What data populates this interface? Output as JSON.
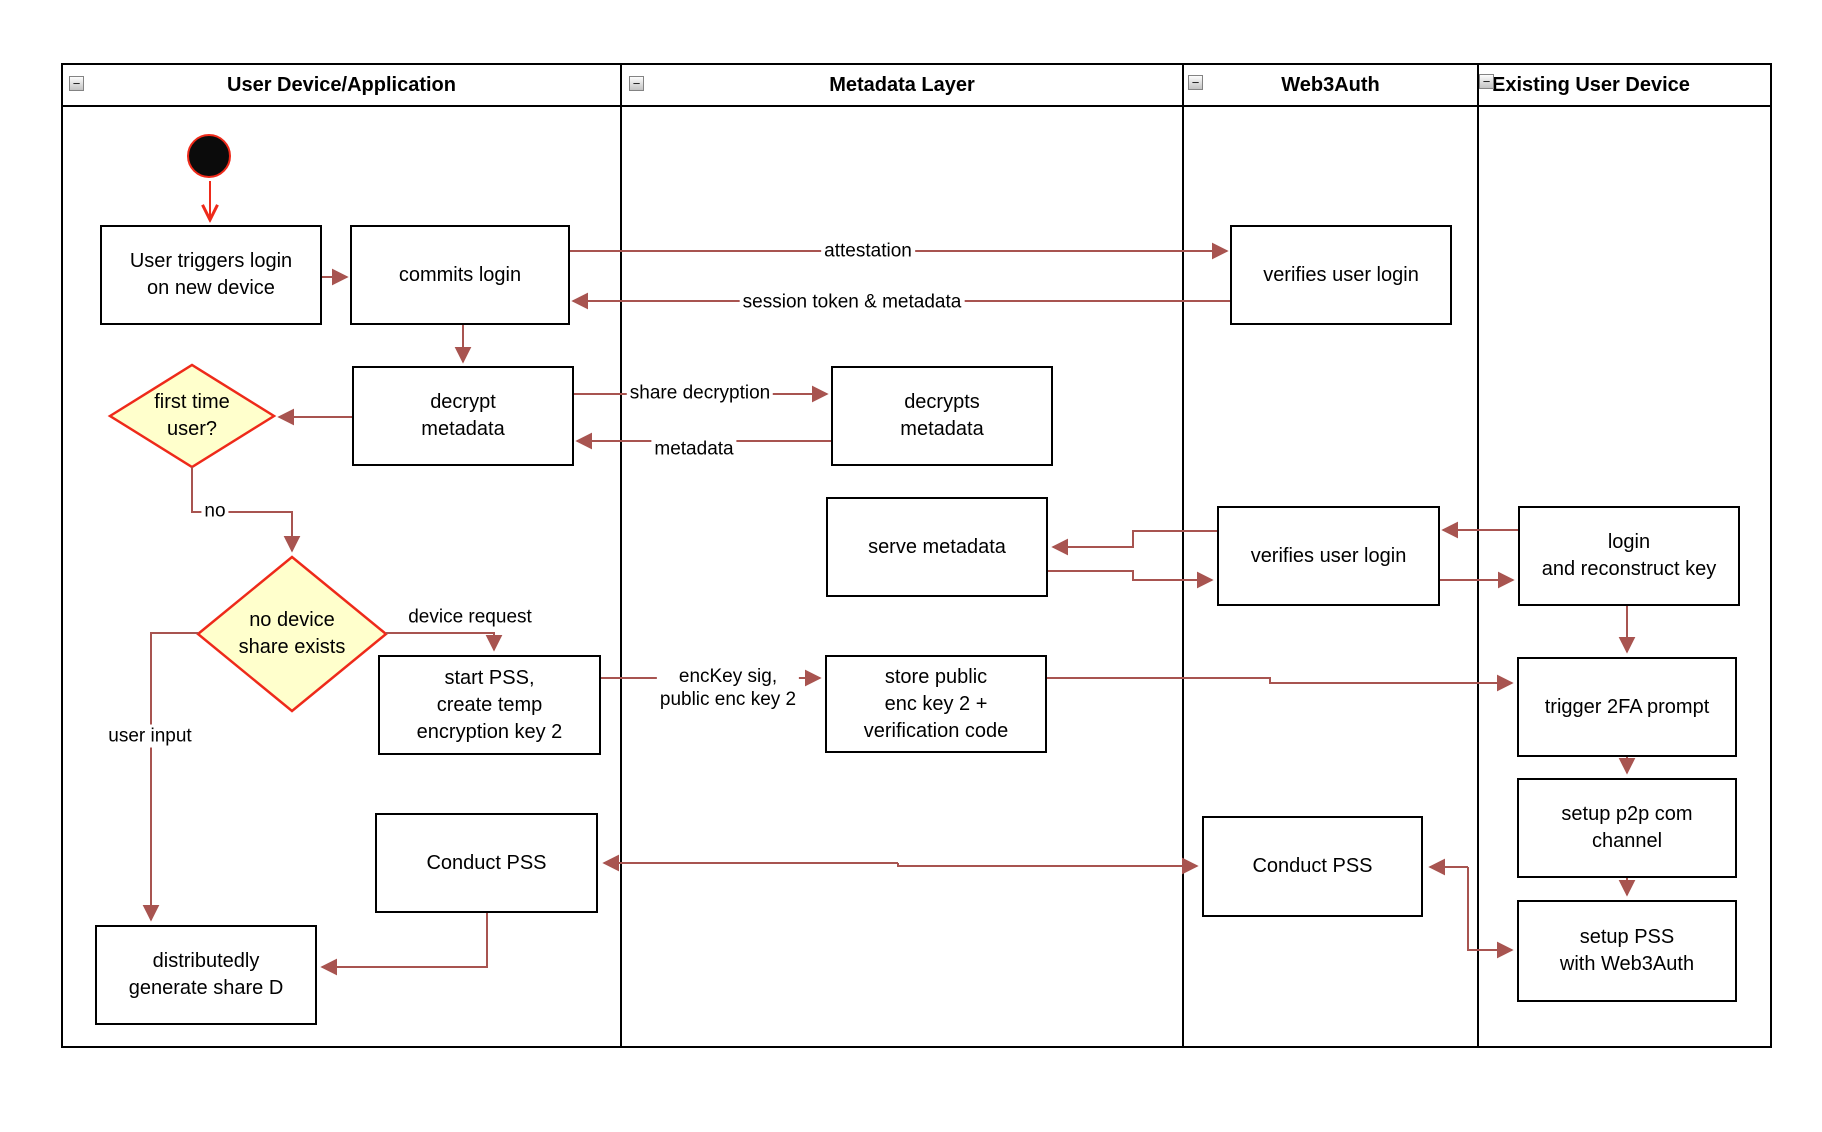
{
  "lanes": [
    {
      "title": "User Device/Application"
    },
    {
      "title": "Metadata Layer"
    },
    {
      "title": "Web3Auth"
    },
    {
      "title": "Existing User Device"
    }
  ],
  "icons": {
    "collapse": "−"
  },
  "nodes": {
    "userTriggers": "User triggers login\non new device",
    "commitsLogin": "commits login",
    "verifiesUserLogin1": "verifies user login",
    "decryptMetadata": "decrypt\nmetadata",
    "firstTimeUser": "first time\nuser?",
    "decryptsMetadata": "decrypts\nmetadata",
    "serveMetadata": "serve metadata",
    "verifiesUserLogin2": "verifies user login",
    "loginReconstruct": "login\nand reconstruct key",
    "noDeviceShare": "no device\nshare exists",
    "startPss": "start PSS,\ncreate temp\nencryption key 2",
    "storePublic": "store public\nenc key 2 +\nverification code",
    "trigger2fa": "trigger 2FA prompt",
    "setupP2p": "setup p2p com\nchannel",
    "conductPssUser": "Conduct PSS",
    "conductPssWeb3": "Conduct PSS",
    "setupPssWeb3": "setup PSS\nwith Web3Auth",
    "distributedly": "distributedly\ngenerate share D"
  },
  "edge_labels": {
    "attestation": "attestation",
    "sessionToken": "session token & metadata",
    "shareDecryption": "share decryption",
    "metadata": "metadata",
    "no": "no",
    "deviceRequest": "device request",
    "userInput": "user input",
    "encKey": "encKey sig,\npublic enc key 2"
  },
  "colors": {
    "arrow": "#a85450",
    "accent_red": "#ee2a1a",
    "diamond_fill": "#ffffcc",
    "node_border": "#000000",
    "background": "#ffffff"
  }
}
